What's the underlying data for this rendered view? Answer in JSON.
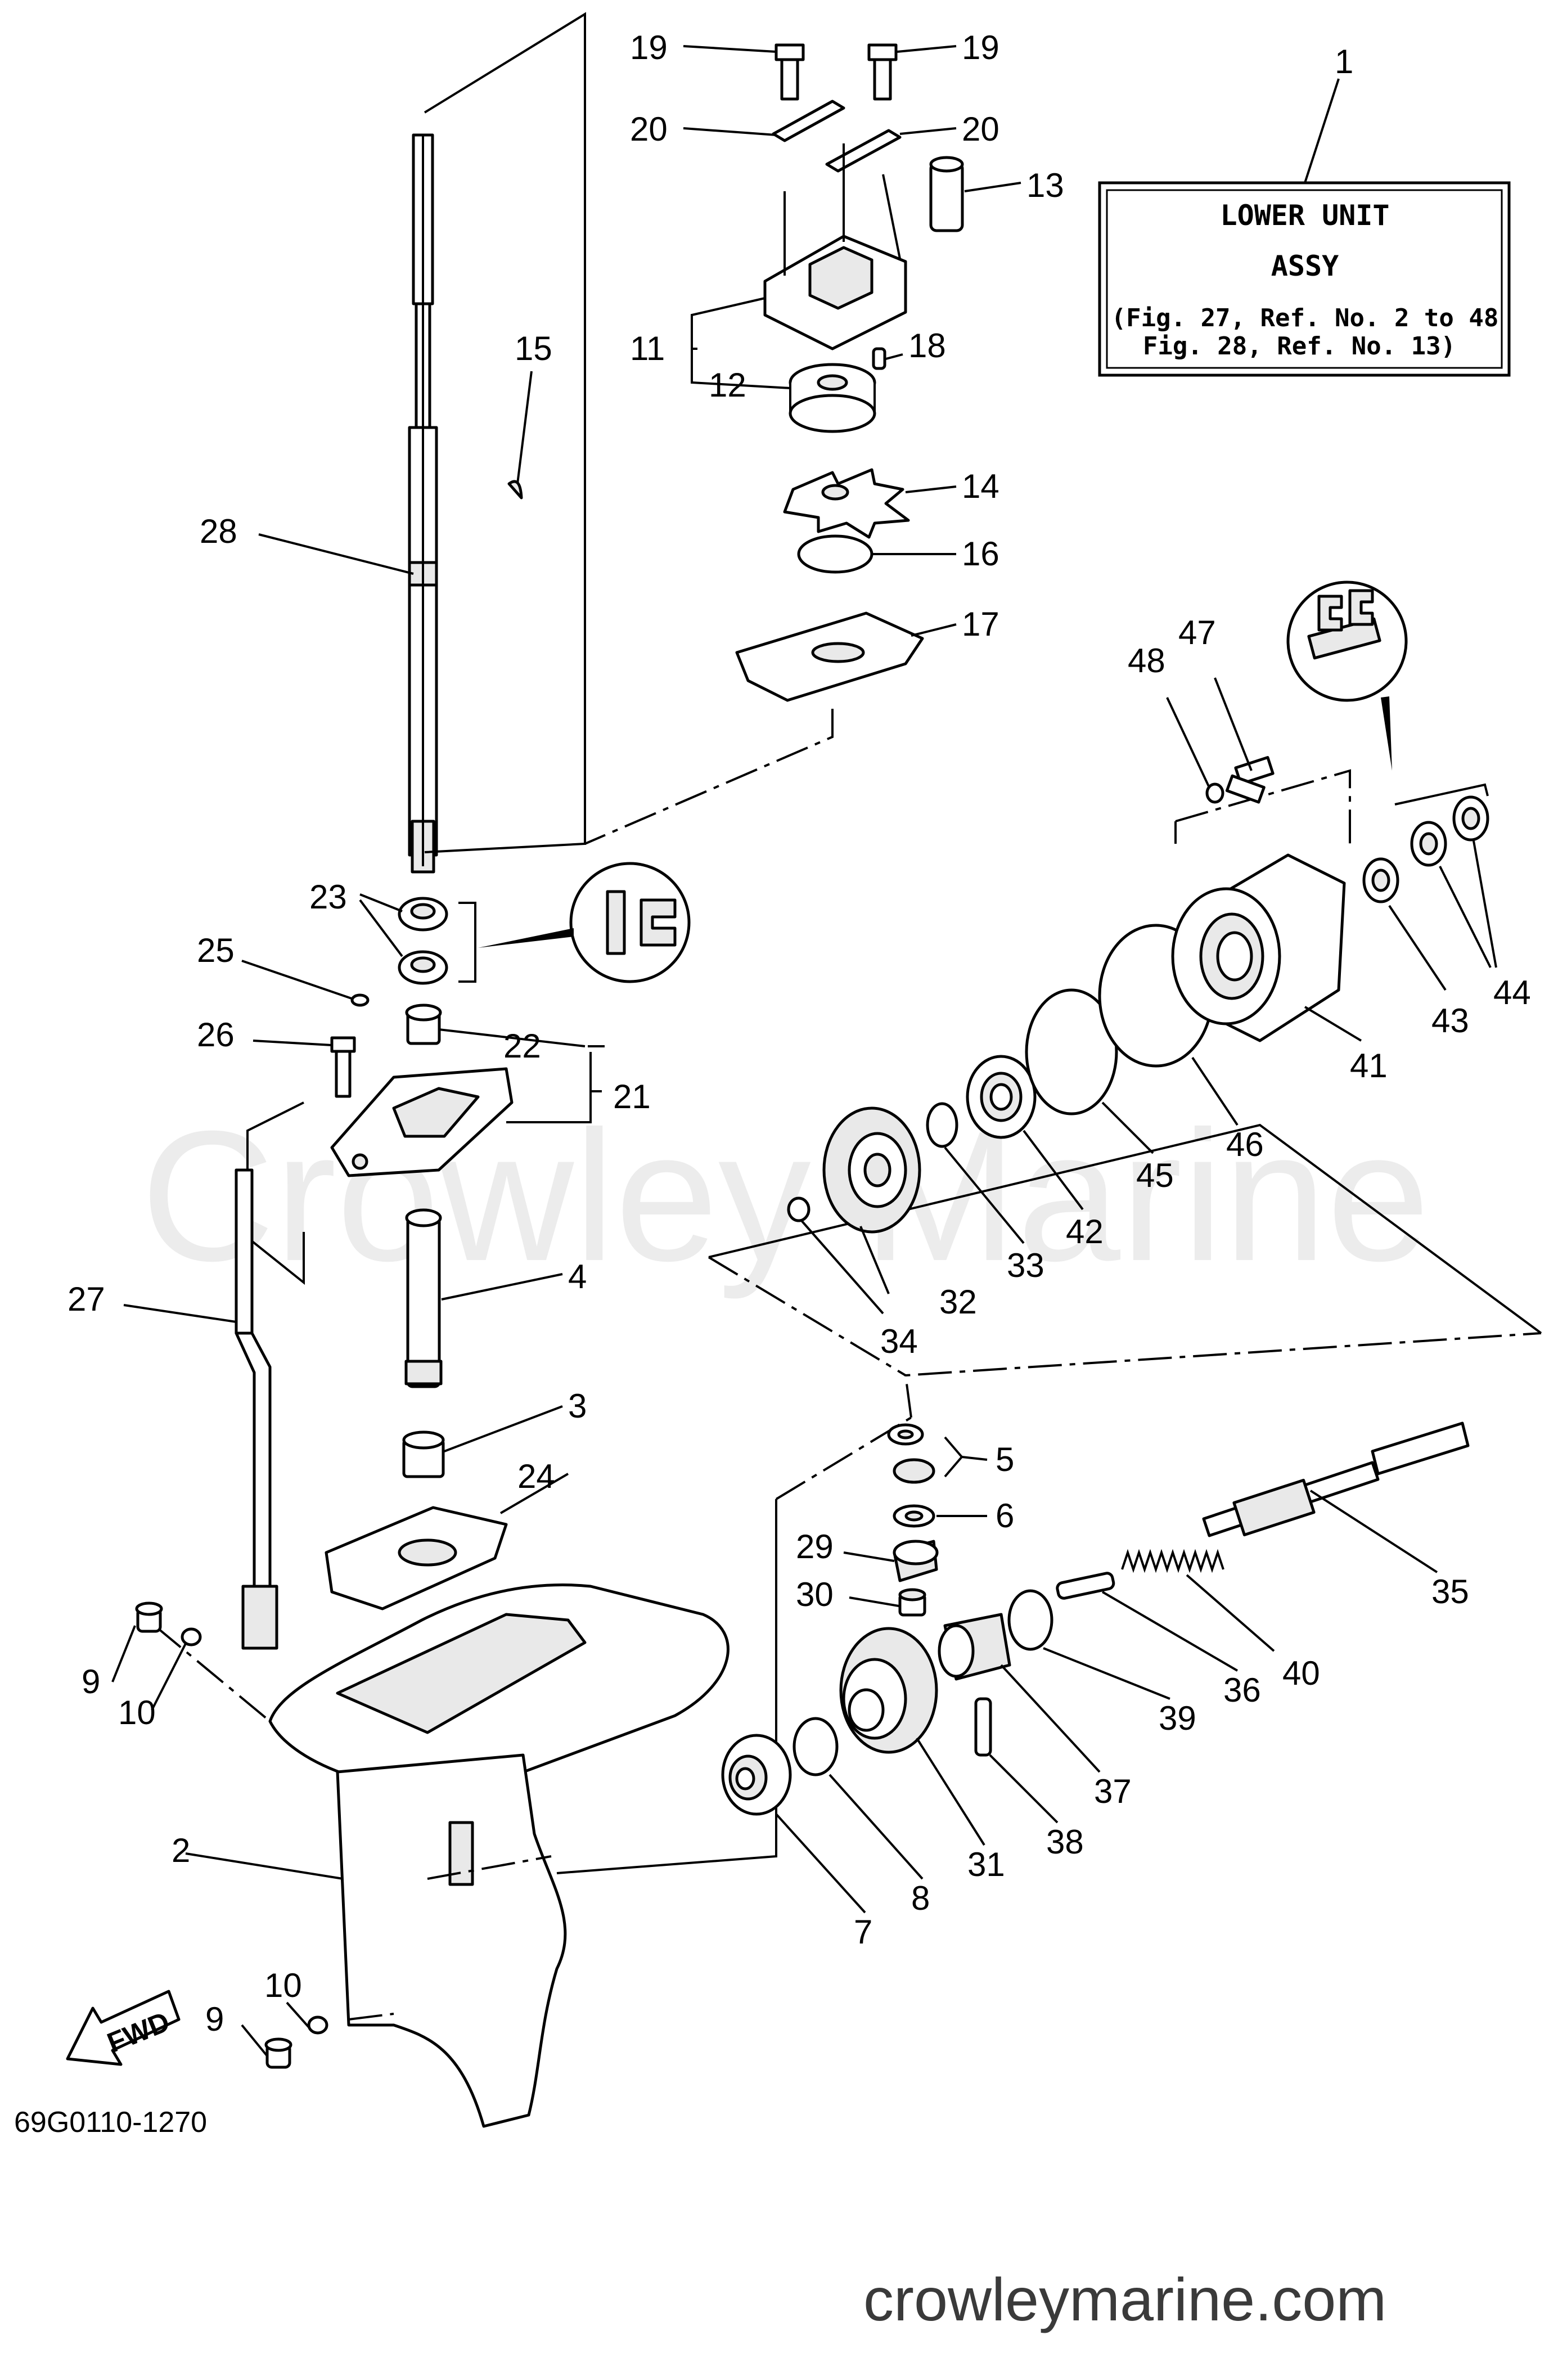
{
  "info_box": {
    "title_line1": "LOWER UNIT",
    "title_line2": "ASSY",
    "ref_line1": "(Fig. 27, Ref. No. 2 to 48",
    "ref_line2": "Fig. 28, Ref. No. 13)"
  },
  "diagram_code": "69G0110-1270",
  "fwd_label": "FWD",
  "watermark": "Crowley Marine",
  "website": "crowleymarine.com",
  "callouts": {
    "n1": "1",
    "n2": "2",
    "n3": "3",
    "n4": "4",
    "n5": "5",
    "n6": "6",
    "n7": "7",
    "n8": "8",
    "n9a": "9",
    "n9b": "9",
    "n10a": "10",
    "n10b": "10",
    "n11": "11",
    "n12": "12",
    "n13": "13",
    "n14": "14",
    "n15": "15",
    "n16": "16",
    "n17": "17",
    "n18": "18",
    "n19a": "19",
    "n19b": "19",
    "n20a": "20",
    "n20b": "20",
    "n21": "21",
    "n22": "22",
    "n23": "23",
    "n24": "24",
    "n25": "25",
    "n26": "26",
    "n27": "27",
    "n28": "28",
    "n29": "29",
    "n30": "30",
    "n31": "31",
    "n32": "32",
    "n33": "33",
    "n34": "34",
    "n35": "35",
    "n36": "36",
    "n37": "37",
    "n38": "38",
    "n39": "39",
    "n40": "40",
    "n41": "41",
    "n42": "42",
    "n43": "43",
    "n44": "44",
    "n45": "45",
    "n46": "46",
    "n47": "47",
    "n48": "48"
  }
}
